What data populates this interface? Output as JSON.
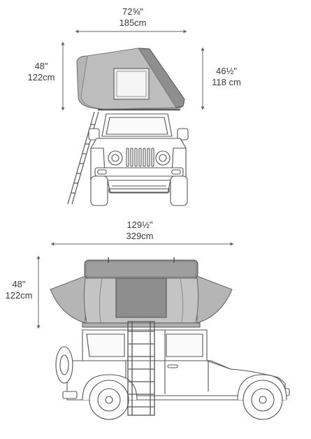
{
  "front_view": {
    "width_in": "72⅝\"",
    "width_cm": "185cm",
    "height_closed_in": "48\"",
    "height_closed_cm": "122cm",
    "height_side_in": "46½\"",
    "height_side_cm": "118 cm"
  },
  "side_view": {
    "length_in": "129½\"",
    "length_cm": "329cm",
    "height_in": "48\"",
    "height_cm": "122cm"
  },
  "colors": {
    "line": "#555555",
    "tent_shell": "#8e8e8e",
    "tent_fill": "#b5b5b5",
    "window": "#9a9a9a",
    "vehicle": "#ffffff"
  }
}
